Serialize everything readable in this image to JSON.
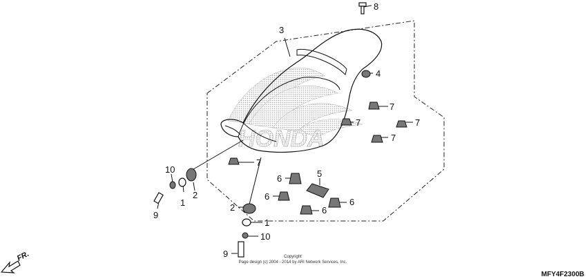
{
  "diagram": {
    "callouts": [
      "1",
      "1",
      "2",
      "2",
      "3",
      "4",
      "5",
      "6",
      "6",
      "6",
      "7",
      "7",
      "7",
      "7",
      "7",
      "8",
      "9",
      "9",
      "10",
      "10"
    ],
    "copyright_line1": "Copyright",
    "copyright_line2": "Page design (c) 2004 - 2014 by ARI Network Services, Inc.",
    "direction_label": "FR.",
    "diagram_code": "MFY4F2300B",
    "watermark_text": "HONDA",
    "colors": {
      "line": "#111111",
      "watermark": "#c9c9c9",
      "background": "#ffffff"
    }
  }
}
